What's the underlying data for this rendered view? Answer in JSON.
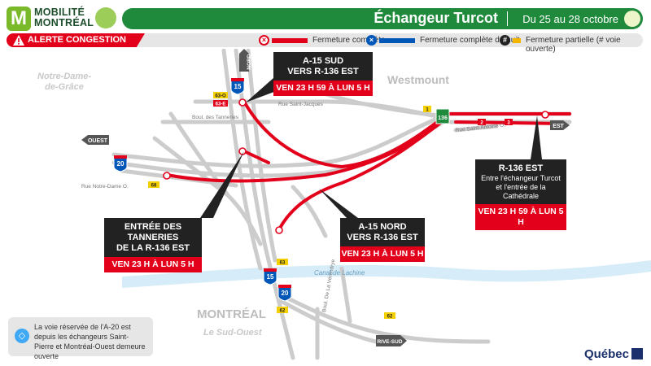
{
  "header": {
    "logo_line1": "MOBILITÉ",
    "logo_line2": "MONTRÉAL",
    "title": "Échangeur Turcot",
    "date_range": "Du 25 au 28 octobre"
  },
  "legend": {
    "alert": "ALERTE CONGESTION",
    "full_closure": "Fermeture complète",
    "night_closure": "Fermeture complète de nuit",
    "partial_closure": "Fermeture partielle (# voie ouverte)",
    "partial_symbol": "#"
  },
  "areas": {
    "ndg": "Notre-Dame-\nde-Grâce",
    "westmount": "Westmount",
    "montreal": "MONTRÉAL",
    "sud_ouest": "Le Sud-Ouest"
  },
  "streets": {
    "st_jacques": "Rue Saint-Jacques",
    "tanneries": "Boul. des Tanneries",
    "notre_dame": "Rue Notre-Dame O.",
    "st_antoine": "Rue Saint-Antoine O.",
    "de_la_verendrye": "Boul. De La Vérendrye",
    "canal": "Canal de Lachine"
  },
  "direction_signs": {
    "nord": "NORD",
    "ouest": "OUEST",
    "est": "EST",
    "rive_sud": "RIVE-SUD"
  },
  "shields": {
    "a15_top": "15",
    "a20_left": "20",
    "r136": "136",
    "a15_bottom": "15",
    "a20_bottom": "20"
  },
  "lane_counts": {
    "l63_0": "63-O",
    "l63_e": "63-E",
    "l1": "1",
    "l2": "2",
    "l3": "3",
    "l68": "68",
    "l63": "63",
    "l62a": "62",
    "l62b": "62"
  },
  "callouts": {
    "a15_sud": {
      "title1": "A-15 SUD",
      "title2": "VERS R-136 EST",
      "time": "VEN 23 H 59 À LUN 5 H"
    },
    "r136_est": {
      "title1": "R-136 EST",
      "sub1": "Entre l'échangeur Turcot",
      "sub2": "et l'entrée de la Cathédrale",
      "time": "VEN 23 H 59 À LUN 5 H"
    },
    "tanneries": {
      "title1": "ENTRÉE DES TANNERIES",
      "title2": "DE LA R-136 EST",
      "time": "VEN 23 H À LUN 5 H"
    },
    "a15_nord": {
      "title1": "A-15 NORD",
      "title2": "VERS R-136 EST",
      "time": "VEN 23 H À LUN 5 H"
    }
  },
  "note": "La voie réservée de l'A-20 est depuis les échangeurs Saint-Pierre et Montréal-Ouest demeure ouverte",
  "brand": "Québec",
  "colors": {
    "header_green": "#1f8a3b",
    "closure_red": "#e3001b",
    "night_blue": "#0057b8",
    "partial_yellow": "#f5b400",
    "road_gray": "#cccccc"
  }
}
